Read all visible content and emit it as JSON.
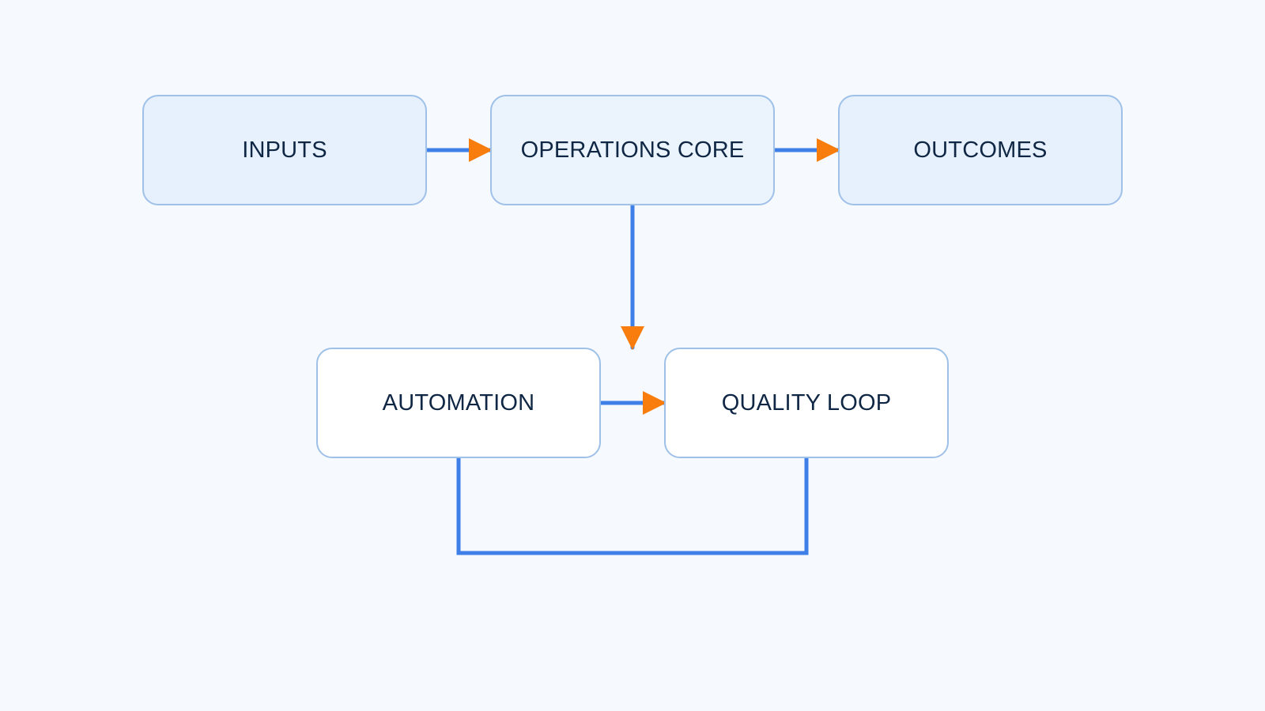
{
  "diagram": {
    "colors": {
      "background": "#f6f9fe",
      "node_border": "#9fc1e8",
      "node_fill_top": "#e6f1fd",
      "node_fill_bottom": "#ffffff",
      "node_text": "#0f2744",
      "connector": "#3f80e8",
      "arrowhead": "#f97d0c"
    },
    "nodes": {
      "inputs": "INPUTS",
      "operations_core": "OPERATIONS CORE",
      "outcomes": "OUTCOMES",
      "automation": "AUTOMATION",
      "quality_loop": "QUALITY LOOP"
    },
    "edges": [
      {
        "from": "inputs",
        "to": "operations_core",
        "arrow": true
      },
      {
        "from": "operations_core",
        "to": "outcomes",
        "arrow": true
      },
      {
        "from": "operations_core",
        "to": "automation_quality_gap",
        "arrow": true
      },
      {
        "from": "automation",
        "to": "quality_loop",
        "arrow": true
      },
      {
        "from": "automation",
        "to": "quality_loop",
        "arrow": false,
        "route": "loop-below"
      }
    ]
  }
}
